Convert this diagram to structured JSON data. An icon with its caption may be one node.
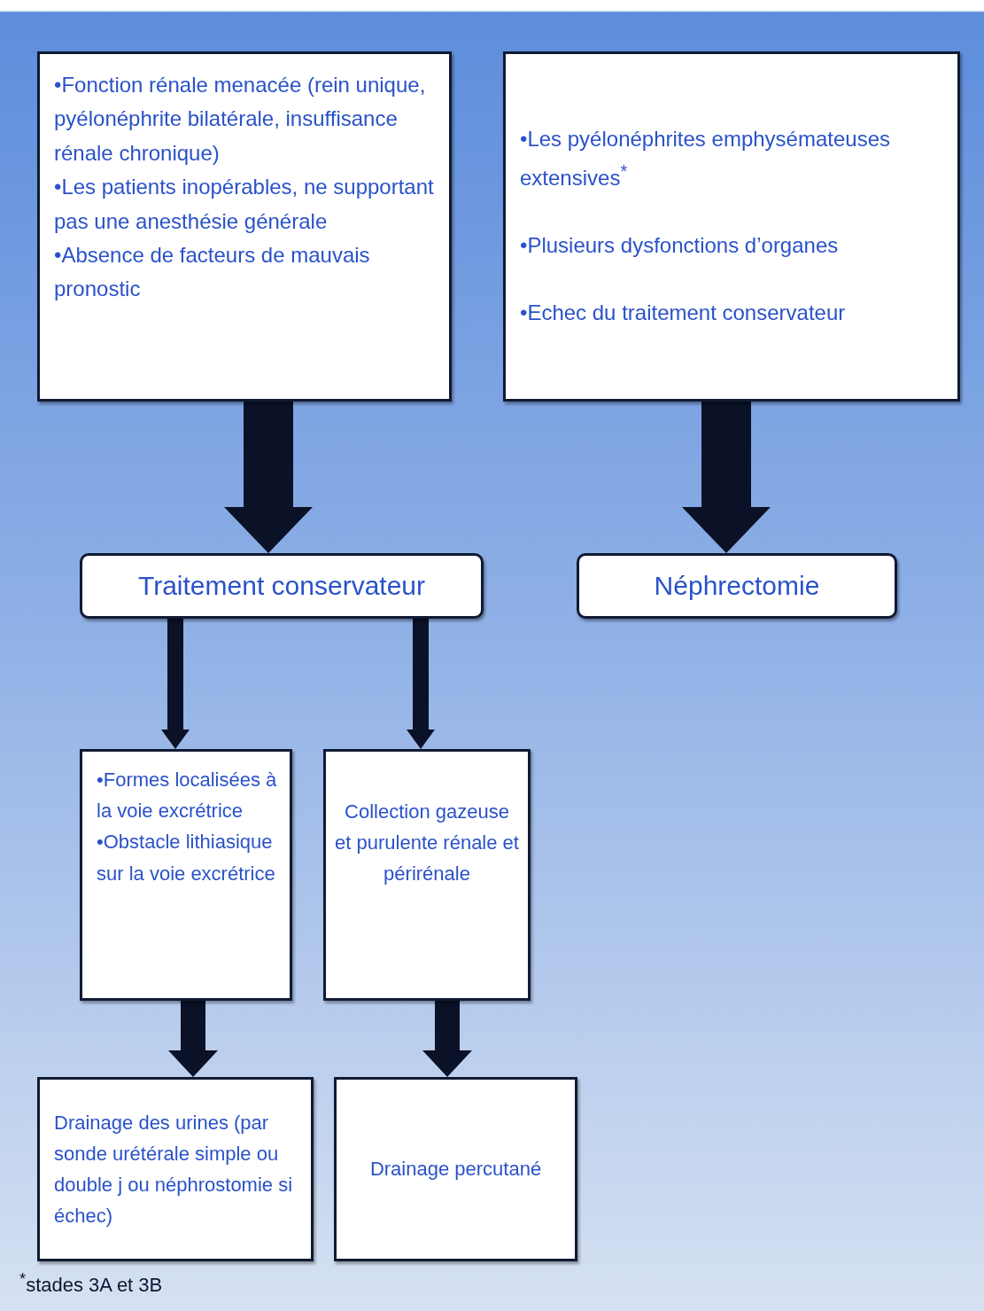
{
  "diagram": {
    "nodes": [
      {
        "text": [
          "•Fonction rénale menacée (rein unique, pyélonéphrite bilatérale, insuffisance rénale chronique)",
          "•Les patients inopérables, ne supportant pas une anesthésie générale",
          "•Absence de facteurs de mauvais pronostic"
        ]
      },
      {
        "text": [
          "•Les pyélonéphrites emphysémateuses extensives$^{*}$",
          "•Plusieurs dysfonctions d’organes",
          "•Echec du traitement conservateur"
        ]
      },
      {
        "text": [
          "Traitement conservateur"
        ]
      },
      {
        "text": [
          "Néphrectomie"
        ]
      },
      {
        "text": [
          "•Formes localisées à la voie excrétrice",
          "•Obstacle lithiasique sur la voie excrétrice"
        ]
      },
      {
        "text": [
          "Collection gazeuse et purulente rénale et périrénale"
        ]
      },
      {
        "text": [
          "Drainage des urines (par sonde urétérale simple ou double j ou néphrostomie si échec)"
        ]
      },
      {
        "text": [
          "Drainage percutané"
        ]
      }
    ],
    "edges": [
      {
        "from": 0,
        "to": 2,
        "arrow": "to",
        "style": "thick"
      },
      {
        "from": 1,
        "to": 3,
        "arrow": "to",
        "style": "thick"
      },
      {
        "from": 2,
        "to": 4,
        "arrow": "to",
        "style": "thick"
      },
      {
        "from": 2,
        "to": 5,
        "arrow": "to",
        "style": "thick"
      },
      {
        "from": 4,
        "to": 6,
        "arrow": "to",
        "style": "thick"
      },
      {
        "from": 5,
        "to": 7,
        "arrow": "to",
        "style": "thick"
      }
    ],
    "labels": [
      "$^{*}$stades 3A et 3B"
    ]
  }
}
